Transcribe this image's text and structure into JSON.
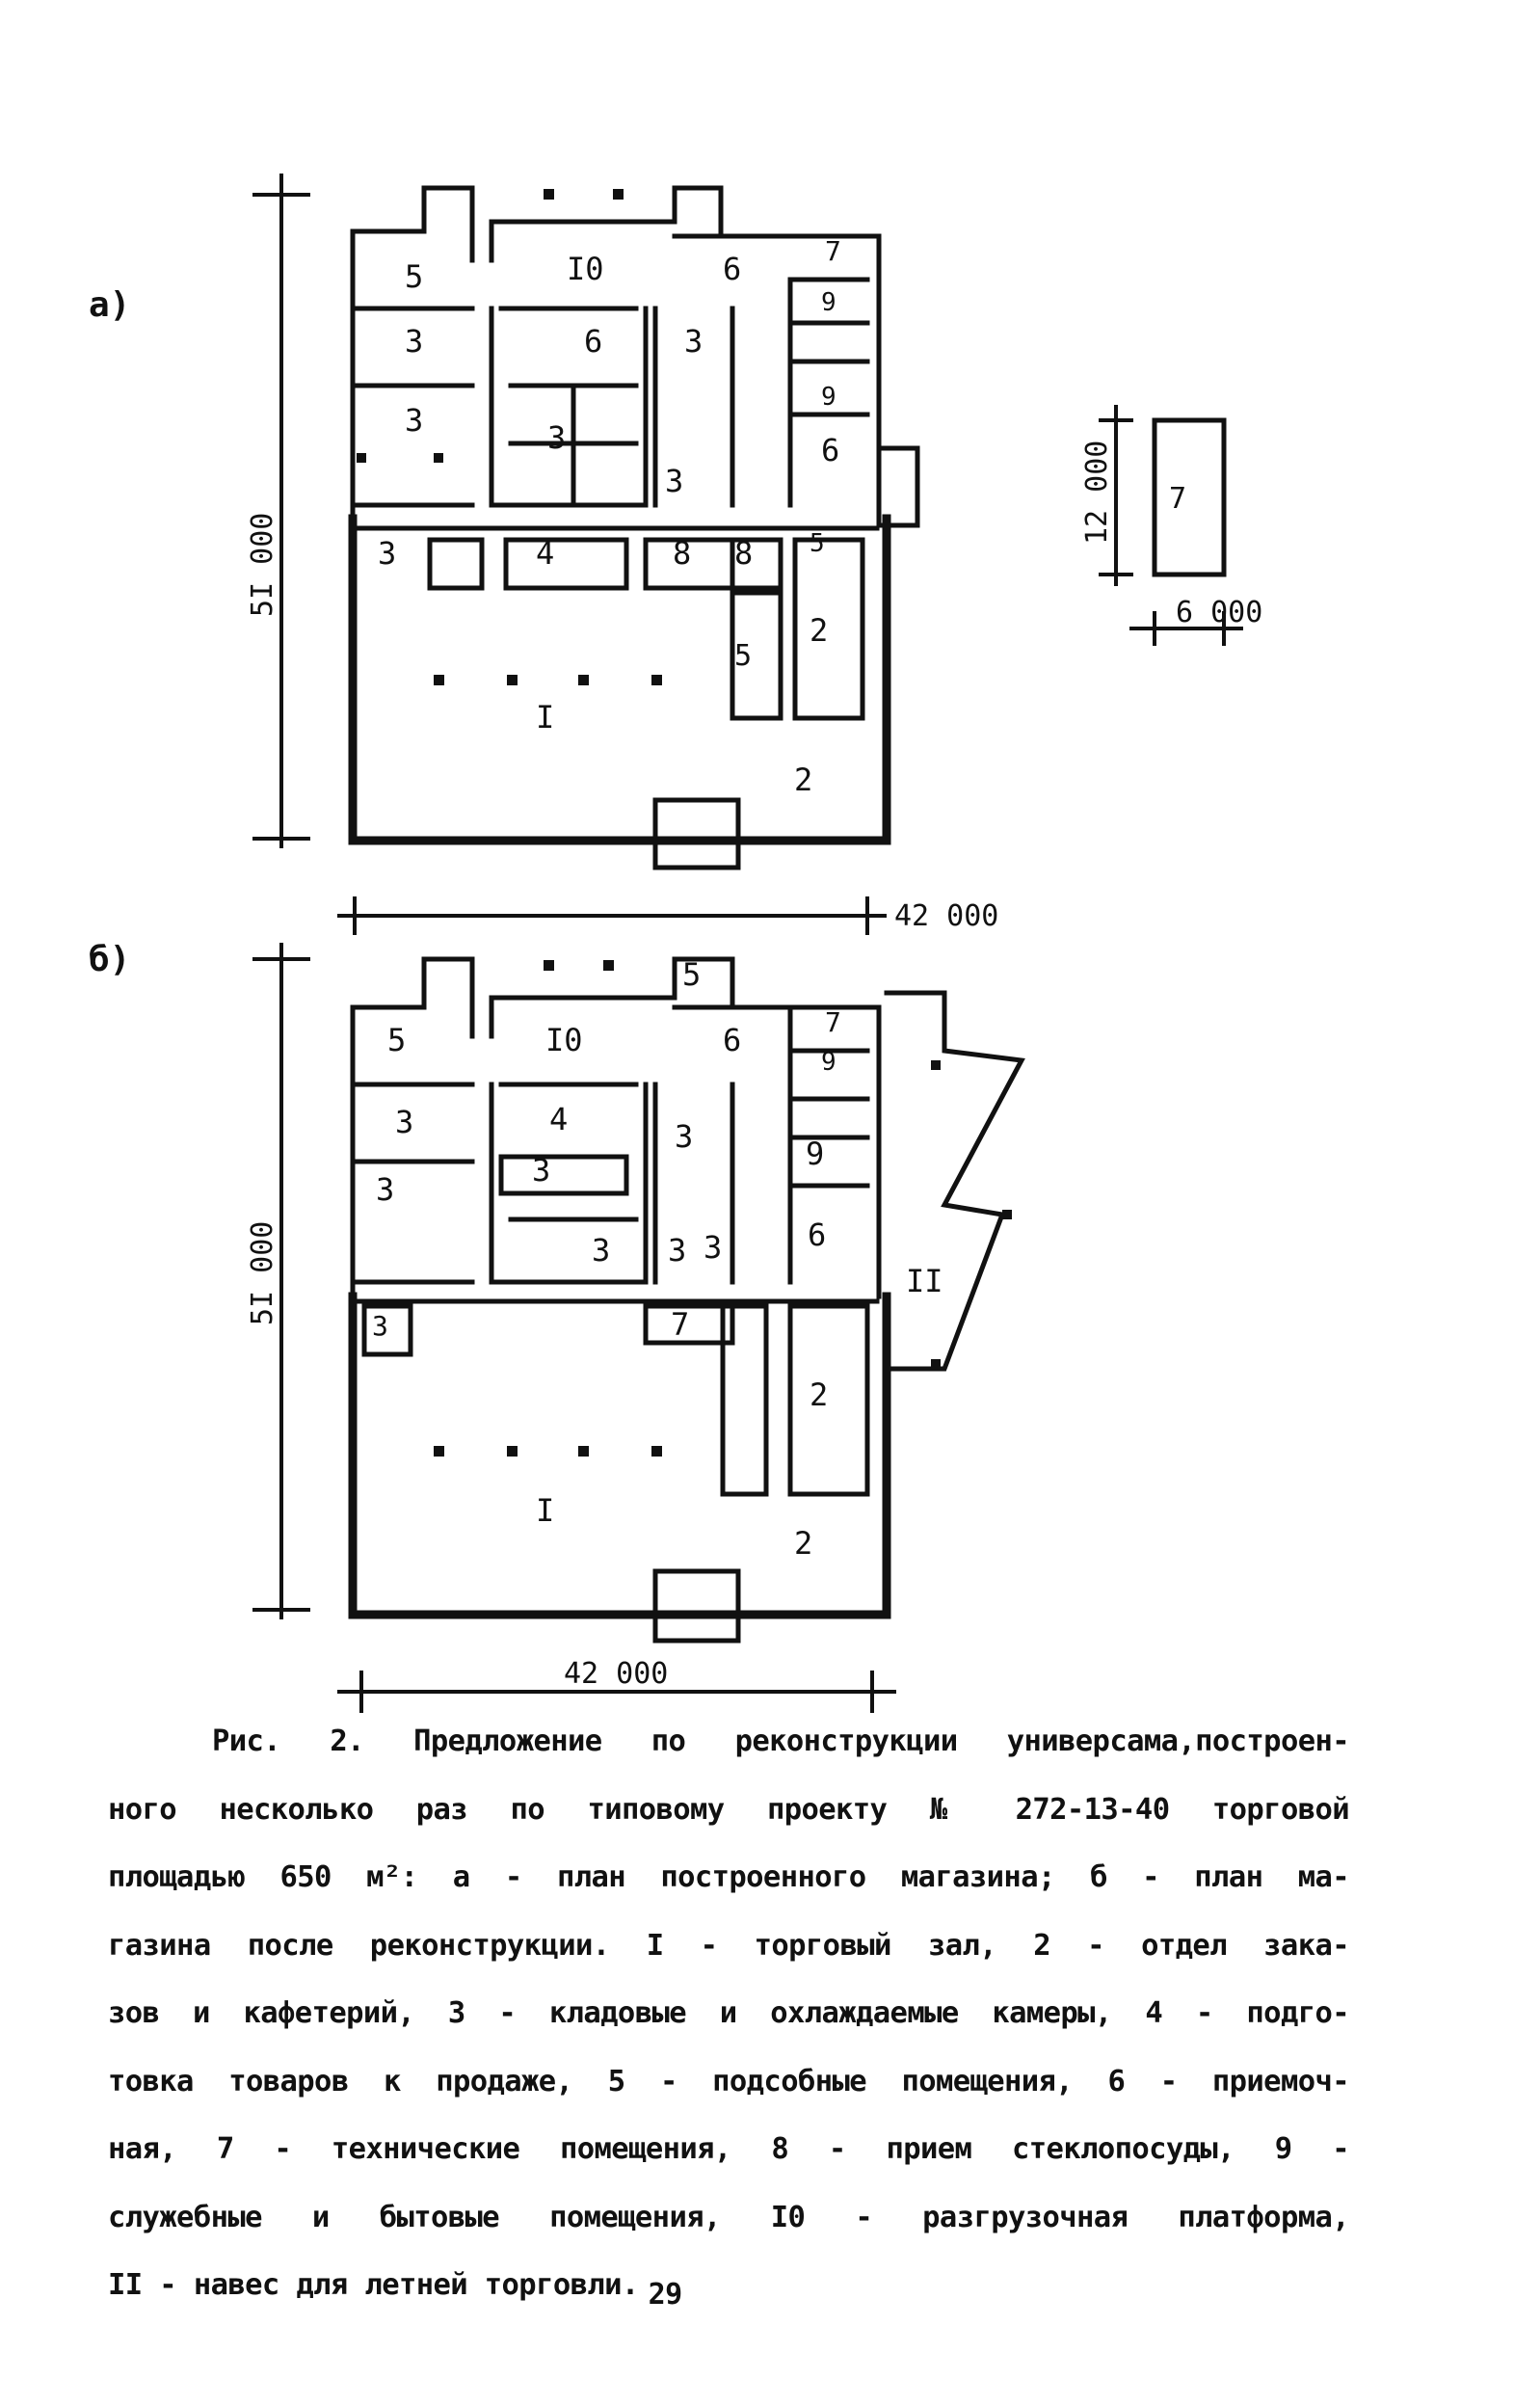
{
  "figure": {
    "label_a": "а)",
    "label_b": "б)",
    "dim_width_a": "42 000",
    "dim_width_b": "42 000",
    "dim_height_a": "5I 000",
    "dim_height_b": "5I 000",
    "dim_small_h": "12 000",
    "dim_small_w": "6 000",
    "room_labels_a": [
      "5",
      "I0",
      "6",
      "7",
      "9",
      "3",
      "6",
      "3",
      "3",
      "3",
      "9",
      "6",
      "3",
      "3",
      "4",
      "8",
      "8",
      "5",
      "2",
      "5",
      "I",
      "2",
      "7"
    ],
    "room_labels_b": [
      "5",
      "5",
      "I0",
      "6",
      "7",
      "9",
      "3",
      "4",
      "3",
      "3",
      "3",
      "9",
      "3",
      "3",
      "3",
      "6",
      "3",
      "7",
      "II",
      "2",
      "I",
      "2"
    ]
  },
  "caption": {
    "lines": [
      "Рис. 2. Предложение по реконструкции универсама,построен-",
      "ного несколько раз по типовому проекту № 272-13-40 торговой",
      "площадью 650 м²: а - план построенного магазина; б - план ма-",
      "газина после реконструкции. I - торговый зал, 2 - отдел зака-",
      "зов и кафетерий, 3 - кладовые и охлаждаемые камеры, 4 - подго-",
      "товка товаров к продаже, 5 - подсобные помещения, 6 - приемоч-",
      "ная, 7 - технические помещения, 8 - прием стеклопосуды, 9 -",
      "служебные и бытовые помещения, I0 - разгрузочная платформа,",
      "II - навес для летней торговли."
    ]
  },
  "page_number": "29"
}
